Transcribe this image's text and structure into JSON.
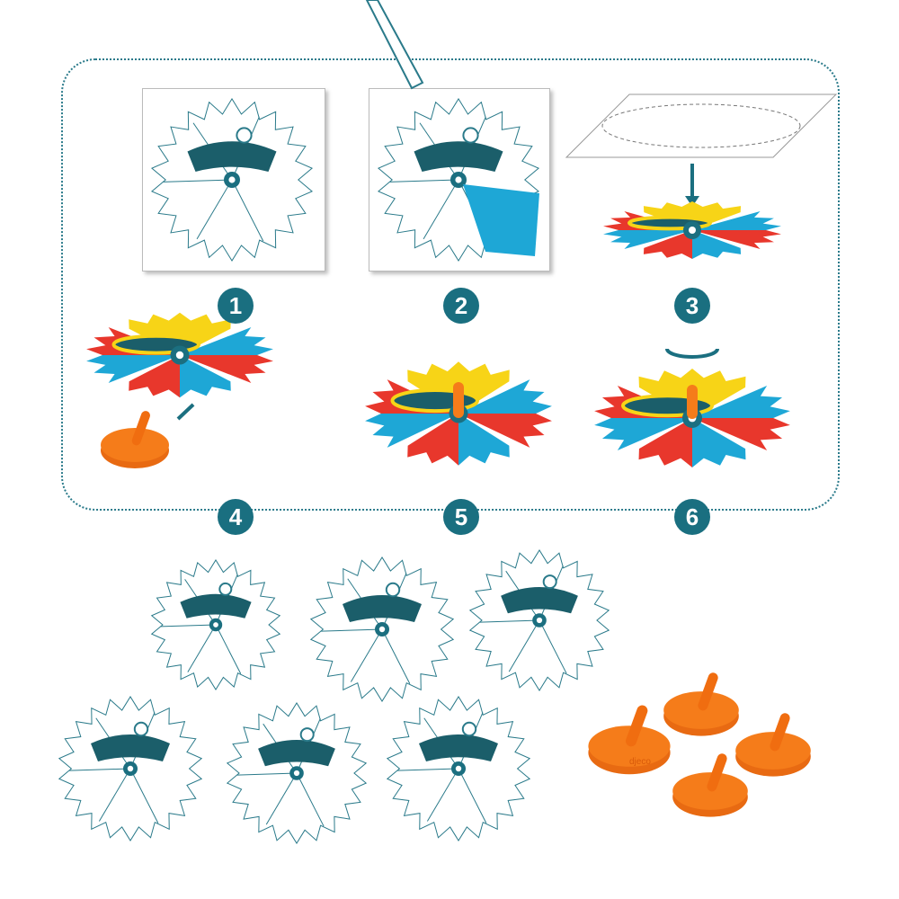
{
  "steps": [
    {
      "number": "1"
    },
    {
      "number": "2"
    },
    {
      "number": "3"
    },
    {
      "number": "4"
    },
    {
      "number": "5"
    },
    {
      "number": "6"
    }
  ],
  "colors": {
    "badge": "#1a6f80",
    "outline": "#2a7a8a",
    "red": "#e8372c",
    "blue": "#1ea7d6",
    "yellow": "#f7d417",
    "orange": "#f57c1a"
  },
  "top_logo_text": "djeco"
}
